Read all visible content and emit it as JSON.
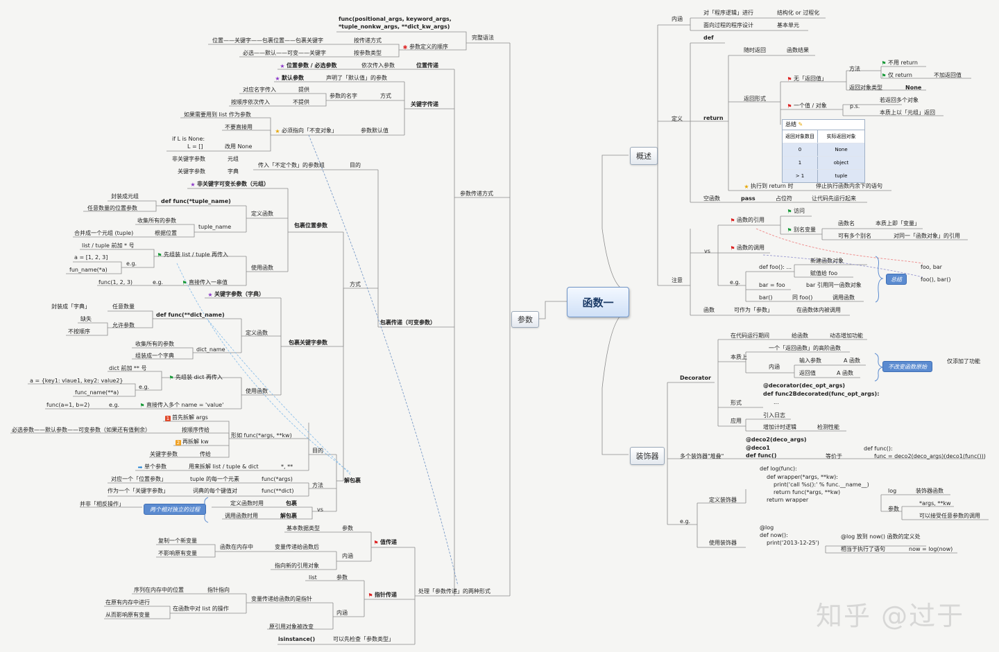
{
  "nodes": {
    "main": "函数一",
    "params": "参数",
    "overview": "概述",
    "decorator": "装饰器",
    "p_full": "完整语法",
    "p_funcsig1": "func(positional_args, keyword_args,",
    "p_funcsig2": "*tuple_nonkw_args, **dict_kw_args)",
    "p_kwpass": "按传递方式",
    "p_seq1": "位置——关键字——包裹位置——包裹关键字",
    "p_seq2": "必选——默认——可变——关键字",
    "p_bytype": "按参数类型",
    "p_order": "参数定义的顺序",
    "p_pos": "位置参数 / 必选参数",
    "p_posdesc": "依次传入参数",
    "p_posp": "位置传递",
    "p_default": "默认参数",
    "p_defaultdesc": "声明了「默认值」的参数",
    "p_byname": "对应名字传入",
    "p_provide": "提供",
    "p_paramname": "参数的名字",
    "p_method": "方式",
    "p_byorder": "按顺序依次传入",
    "p_notprovide": "不提供",
    "p_kwp": "关键字传递",
    "p_listdef": "如果需要用到 list 作为参数",
    "p_nodirect": "不要直接用",
    "p_mustimmut": "必须指向「不变对象」",
    "p_defval": "参数默认值",
    "p_ifnone1": "if L is None:",
    "p_ifnone2": "L = []",
    "p_usenone": "改用 None",
    "p_mode": "参数传递方式",
    "v_nonkw": "非关键字参数",
    "v_tuple": "元组",
    "v_kw": "关键字参数",
    "v_dict": "字典",
    "v_indef": "传入「不定个数」的参数组",
    "v_purpose": "目的",
    "v_tupleargs": "非关键字可变长参数（元组）",
    "v_packtuple": "封装成元组",
    "v_anypos": "任意数量的位置参数",
    "v_deftuple": "def func(*tuple_name)",
    "v_deffunc": "定义函数",
    "v_collectall": "收集所有的参数",
    "v_tuplename": "tuple_name",
    "v_mergetuple": "合并成一个元组 (tuple)",
    "v_bypos": "根据位置",
    "v_packpos": "包裹位置参数",
    "v_star": "list / tuple 前加 * 号",
    "v_a": "a = [1, 2, 3]",
    "v_eg": "e.g.",
    "v_firstpack": "先组装 list / tuple 再传入",
    "v_funa": "fun_name(*a)",
    "v_usefunc": "使用函数",
    "v_func123": "func(1, 2, 3)",
    "v_direct": "直接传入一串值",
    "v_waymode": "方式",
    "v_packed": "包裹传递（可变参数）",
    "v_kwargs": "关键字参数（字典）",
    "v_packdict": "封装成「字典」",
    "v_anynum": "任意数量",
    "v_defdict": "def func(**dict_name)",
    "v_missing": "缺失",
    "v_allow": "允许参数",
    "v_noorder": "不按顺序",
    "v_packkw": "包裹关键字参数",
    "v_collectall2": "收集所有的参数",
    "v_dictname": "dict_name",
    "v_makedict": "组装成一个字典",
    "v_dstar": "dict 前加 ** 号",
    "v_adict": "a = {key1: vlaue1, key2: value2}",
    "v_firstdict": "先组装 dict 再传入",
    "v_funcdict": "func_name(**a)",
    "v_funcab": "func(a=1, b=2)",
    "v_directkv": "直接传入多个 name = 'value'",
    "u_first": "首先拆解 args",
    "u_seq": "必选参数——默认参数——可变参数（如果还有值剩余）",
    "u_byorder": "按顺序传给",
    "u_form": "形如 func(*args, **kw)",
    "u_then": "再拆解 kw",
    "u_kwparam": "关键字参数",
    "u_passto": "传给",
    "u_single": "单个参数",
    "u_unpack": "用来拆解 list / tuple & dict",
    "u_stars": "*, **",
    "u_aspos": "对应一个「位置参数」",
    "u_eachtuple": "tuple 的每一个元素",
    "u_funcargs": "func(*args)",
    "u_askw": "作为一个「关键字参数」",
    "u_eachkv": "词典的每个键值对",
    "u_funckw": "func(**dict)",
    "u_notinv": "并非「相反操作」",
    "u_twoproc": "两个相对独立的过程",
    "u_deftime": "定义函数时用",
    "u_pack": "包裹",
    "u_calltime": "调用函数时用",
    "u_unpackw": "解包裹",
    "u_vs": "vs",
    "u_purpose": "目的",
    "u_method": "方法",
    "u_node": "解包裹",
    "w_basic": "基本数据类型",
    "w_param": "参数",
    "w_value": "值传递",
    "w_copy": "复制一个新变量",
    "w_nochange": "不影响原有变量",
    "w_inmem": "函数在内存中",
    "w_varafter": "变量传递给函数后",
    "w_inner": "内涵",
    "w_newref": "指向新的引用对象",
    "w_list": "list",
    "w_param2": "参数",
    "w_ptr": "指针传递",
    "w_seqaddr": "序列在内存中的位置",
    "w_ptrto": "指针指向",
    "w_varptr": "变量传递给函数的是指针",
    "w_inplace": "在原有内存中进行",
    "w_oplist": "在函数中对 list 的操作",
    "w_affect": "从而影响原有变量",
    "w_inner2": "内涵",
    "w_origchange": "原引用对象被改变",
    "w_isinst": "isinstance()",
    "w_check": "可以先检查「参数类型」",
    "w_two": "处理「参数传递」的两种形式",
    "o_inner": "内涵",
    "o_struct1": "对「程序逻辑」进行",
    "o_struct2": "结构化 or 过程化",
    "o_proc": "面向过程的程序设计",
    "o_unit": "基本单元",
    "o_def": "def",
    "o_define": "定义",
    "o_retany": "随时返回",
    "o_funcres": "函数结果",
    "o_method": "方法",
    "o_noret": "不用 return",
    "o_onlyret": "仅 return",
    "o_nonereturn": "无「返回值」",
    "o_noadd": "不加返回值",
    "o_rettype": "返回对象类型",
    "o_None": "None",
    "o_retform": "返回形式",
    "o_return": "return",
    "o_multi": "若返回多个对象",
    "o_oneobj": "一个值 / 对象",
    "o_ps": "p.s.",
    "o_tuple": "本质上以「元组」返回",
    "o_summary": "总结",
    "o_th1": "返回对象数目",
    "o_th2": "实际返回对象",
    "o_r1a": "0",
    "o_r1b": "None",
    "o_r2a": "1",
    "o_r2b": "object",
    "o_r3a": "> 1",
    "o_r3b": "tuple",
    "o_execret": "执行到 return 时",
    "o_stop": "停止执行函数内余下的语句",
    "o_empty": "空函数",
    "o_pass": "pass",
    "o_placeholder": "占位符",
    "o_runfirst": "让代码先运行起来",
    "o_ref": "函数的引用",
    "o_access": "访问",
    "o_alias": "别名变量",
    "o_fname": "函数名",
    "o_isvar": "本质上即「变量」",
    "o_manyalias": "可有多个别名",
    "o_sameref": "对同一「函数对象」的引用",
    "o_vs": "vs",
    "o_call": "函数的调用",
    "o_newobj": "新建函数对象",
    "o_deffoo": "def foo(): ...",
    "o_assign": "赋值给 foo",
    "o_foobar": "foo, bar",
    "o_eg": "e.g.",
    "o_bareqfoo": "bar = foo",
    "o_barref": "bar 引用同一函数对象",
    "o_summ": "总结",
    "o_foocall": "foo(), bar()",
    "o_barcall": "bar()",
    "o_samefoo": "同 foo()",
    "o_callfn": "调用函数",
    "o_note": "注意",
    "o_func": "函数",
    "o_asparam": "可作为「参数」",
    "o_passin": "在函数体内被调用",
    "d_runtime": "在代码运行期间",
    "d_wrapfn": "给函数",
    "d_dynamic": "动态增加功能",
    "d_hof": "一个「返回函数」的高阶函数",
    "d_essence": "本质上",
    "d_input": "输入参数",
    "d_afunc": "A 函数",
    "d_inner": "内涵",
    "d_retval": "返回值",
    "d_afunc2": "A 函数",
    "d_nochange": "不改变函数原始",
    "d_onlyadd": "仅添加了功能",
    "d_decorator": "Decorator",
    "d_deco1": "@decorator(dec_opt_args)",
    "d_deco2": "def func2Bdecorated(func_opt_args):",
    "d_ellipsis": "...",
    "d_form": "形式",
    "d_log": "引入日志",
    "d_apply": "应用",
    "d_timer": "增加计时逻辑",
    "d_perf": "检测性能",
    "d_stack1": "@deco2(deco_args)",
    "d_stack2": "@deco1",
    "d_stack3": "def func()",
    "d_multi": "多个装饰器\"堆叠\"",
    "d_equiv": "等价于",
    "d_eq1": "def func():",
    "d_eq2": "func = deco2(deco_args)(deco1(func()))",
    "d_c1": "def log(func):",
    "d_c2": "def wrapper(*args, **kw):",
    "d_c3": "print('call %s():' % func.__name__)",
    "d_c4": "return func(*args, **kw)",
    "d_c5": "return wrapper",
    "d_defdeco": "定义装饰器",
    "d_logl": "log",
    "d_decofn": "装饰器函数",
    "d_param": "参数",
    "d_argskw": "*args, **kw",
    "d_anyparam": "可以接受任意参数的调用",
    "d_eg": "e.g.",
    "d_u1": "@log",
    "d_u2": "def now():",
    "d_u3": "print('2013-12-25')",
    "d_logbefore": "@log 放到 now() 函数的定义处",
    "d_usedeco": "使用装饰器",
    "d_equalexec": "相当于执行了语句",
    "d_nowlog": "now = log(now)",
    "watermark": "知乎 @过于"
  }
}
